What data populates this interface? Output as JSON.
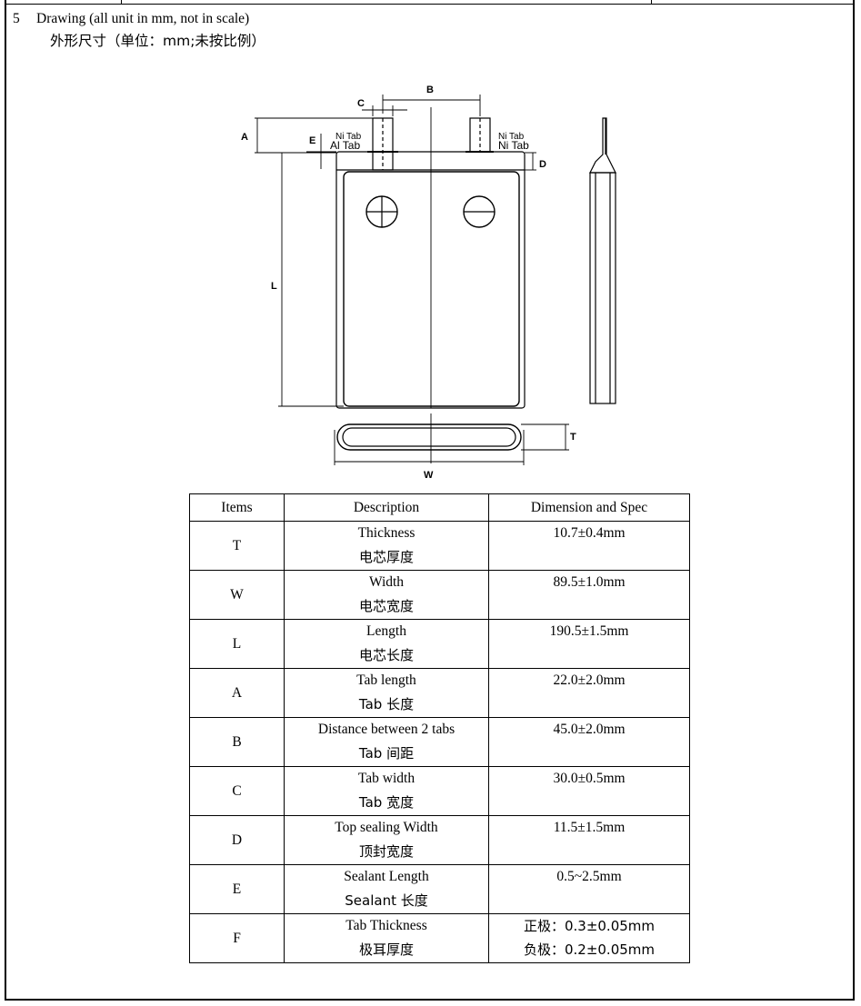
{
  "section": {
    "number": "5",
    "title": "Drawing (all unit in mm, not in scale)",
    "subtitle": "外形尺寸（单位：mm;未按比例）"
  },
  "drawing": {
    "labels": {
      "A": "A",
      "B": "B",
      "C": "C",
      "D": "D",
      "E": "E",
      "L": "L",
      "T": "T",
      "W": "W"
    },
    "tab_labels": {
      "left_small": "Ni Tab",
      "left_main": "Al Tab",
      "right_small": "Ni Tab",
      "right_main": "Ni Tab"
    }
  },
  "table": {
    "headers": [
      "Items",
      "Description",
      "Dimension and Spec"
    ],
    "rows": [
      {
        "item": "T",
        "desc_en": "Thickness",
        "desc_zh": "电芯厚度",
        "spec": [
          "10.7±0.4mm"
        ]
      },
      {
        "item": "W",
        "desc_en": "Width",
        "desc_zh": "电芯宽度",
        "spec": [
          "89.5±1.0mm"
        ]
      },
      {
        "item": "L",
        "desc_en": "Length",
        "desc_zh": "电芯长度",
        "spec": [
          "190.5±1.5mm"
        ]
      },
      {
        "item": "A",
        "desc_en": "Tab length",
        "desc_zh": "Tab 长度",
        "spec": [
          "22.0±2.0mm"
        ]
      },
      {
        "item": "B",
        "desc_en": "Distance between 2 tabs",
        "desc_zh": "Tab 间距",
        "spec": [
          "45.0±2.0mm"
        ]
      },
      {
        "item": "C",
        "desc_en": "Tab width",
        "desc_zh": "Tab 宽度",
        "spec": [
          "30.0±0.5mm"
        ]
      },
      {
        "item": "D",
        "desc_en": "Top sealing Width",
        "desc_zh": "顶封宽度",
        "spec": [
          "11.5±1.5mm"
        ]
      },
      {
        "item": "E",
        "desc_en": "Sealant Length",
        "desc_zh": "Sealant 长度",
        "spec": [
          "0.5~2.5mm"
        ]
      },
      {
        "item": "F",
        "desc_en": "Tab Thickness",
        "desc_zh": "极耳厚度",
        "spec": [
          "正极：0.3±0.05mm",
          "负极：0.2±0.05mm"
        ]
      }
    ]
  }
}
